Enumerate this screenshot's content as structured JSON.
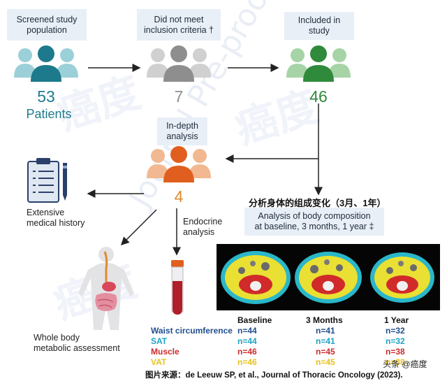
{
  "boxes": {
    "screened": "Screened study\npopulation",
    "excluded": "Did not meet\ninclusion criteria †",
    "included": "Included in\nstudy",
    "indepth": "In-depth\nanalysis",
    "body_comp": "Analysis of body composition\nat baseline, 3 months, 1 year ‡"
  },
  "numbers": {
    "screened": "53",
    "screened_unit": "Patients",
    "excluded": "7",
    "included": "46",
    "indepth": "4"
  },
  "chinese_heading": "分析身体的组成变化（3月、1年）",
  "captions": {
    "medical_history": "Extensive\nmedical history",
    "metabolic": "Whole body\nmetabolic assessment",
    "endocrine": "Endocrine\nanalysis"
  },
  "table": {
    "columns": [
      "Baseline",
      "3 Months",
      "1 Year"
    ],
    "rows": [
      {
        "label": "Waist circumference",
        "color": "#1f4e8c",
        "values": [
          "n=44",
          "n=41",
          "n=32"
        ]
      },
      {
        "label": "SAT",
        "color": "#1aa3c4",
        "values": [
          "n=44",
          "n=41",
          "n=32"
        ]
      },
      {
        "label": "Muscle",
        "color": "#cc2a2a",
        "values": [
          "n=46",
          "n=45",
          "n=38"
        ]
      },
      {
        "label": "VAT",
        "color": "#e6c21a",
        "values": [
          "n=46",
          "n=45",
          "n=38"
        ]
      }
    ]
  },
  "watermark_text": "Journal Pre-proof",
  "watermark_logo": "癌度",
  "footer_source": "图片来源：de Leeuw SP, et al., Journal of Thoracic Oncology (2023).",
  "footer_brand": "头条 @癌度",
  "colors": {
    "screened": "#1d7a8c",
    "screened_light": "#9cd0d8",
    "excluded": "#8e8e8e",
    "excluded_light": "#d0d0d0",
    "included": "#2f8a3b",
    "included_light": "#a6d4a6",
    "indepth": "#e05f1e",
    "indepth_light": "#f2b891"
  }
}
